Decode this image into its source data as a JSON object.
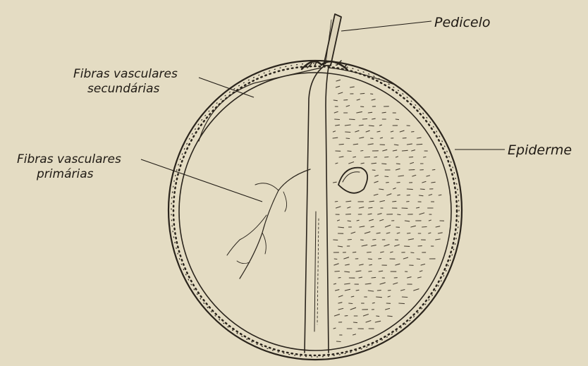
{
  "labels": {
    "pedicelo": "Pedicelo",
    "fibras_secundarias_1": "Fibras vasculares",
    "fibras_secundarias_2": "secundárias",
    "fibras_primarias_1": "Fibras vasculares",
    "fibras_primarias_2": "primárias",
    "epiderme": "Epiderme"
  },
  "colors": {
    "paper": "#e4dcc3",
    "ink": "#2a241c",
    "pulp_dots": "#4a4134"
  }
}
